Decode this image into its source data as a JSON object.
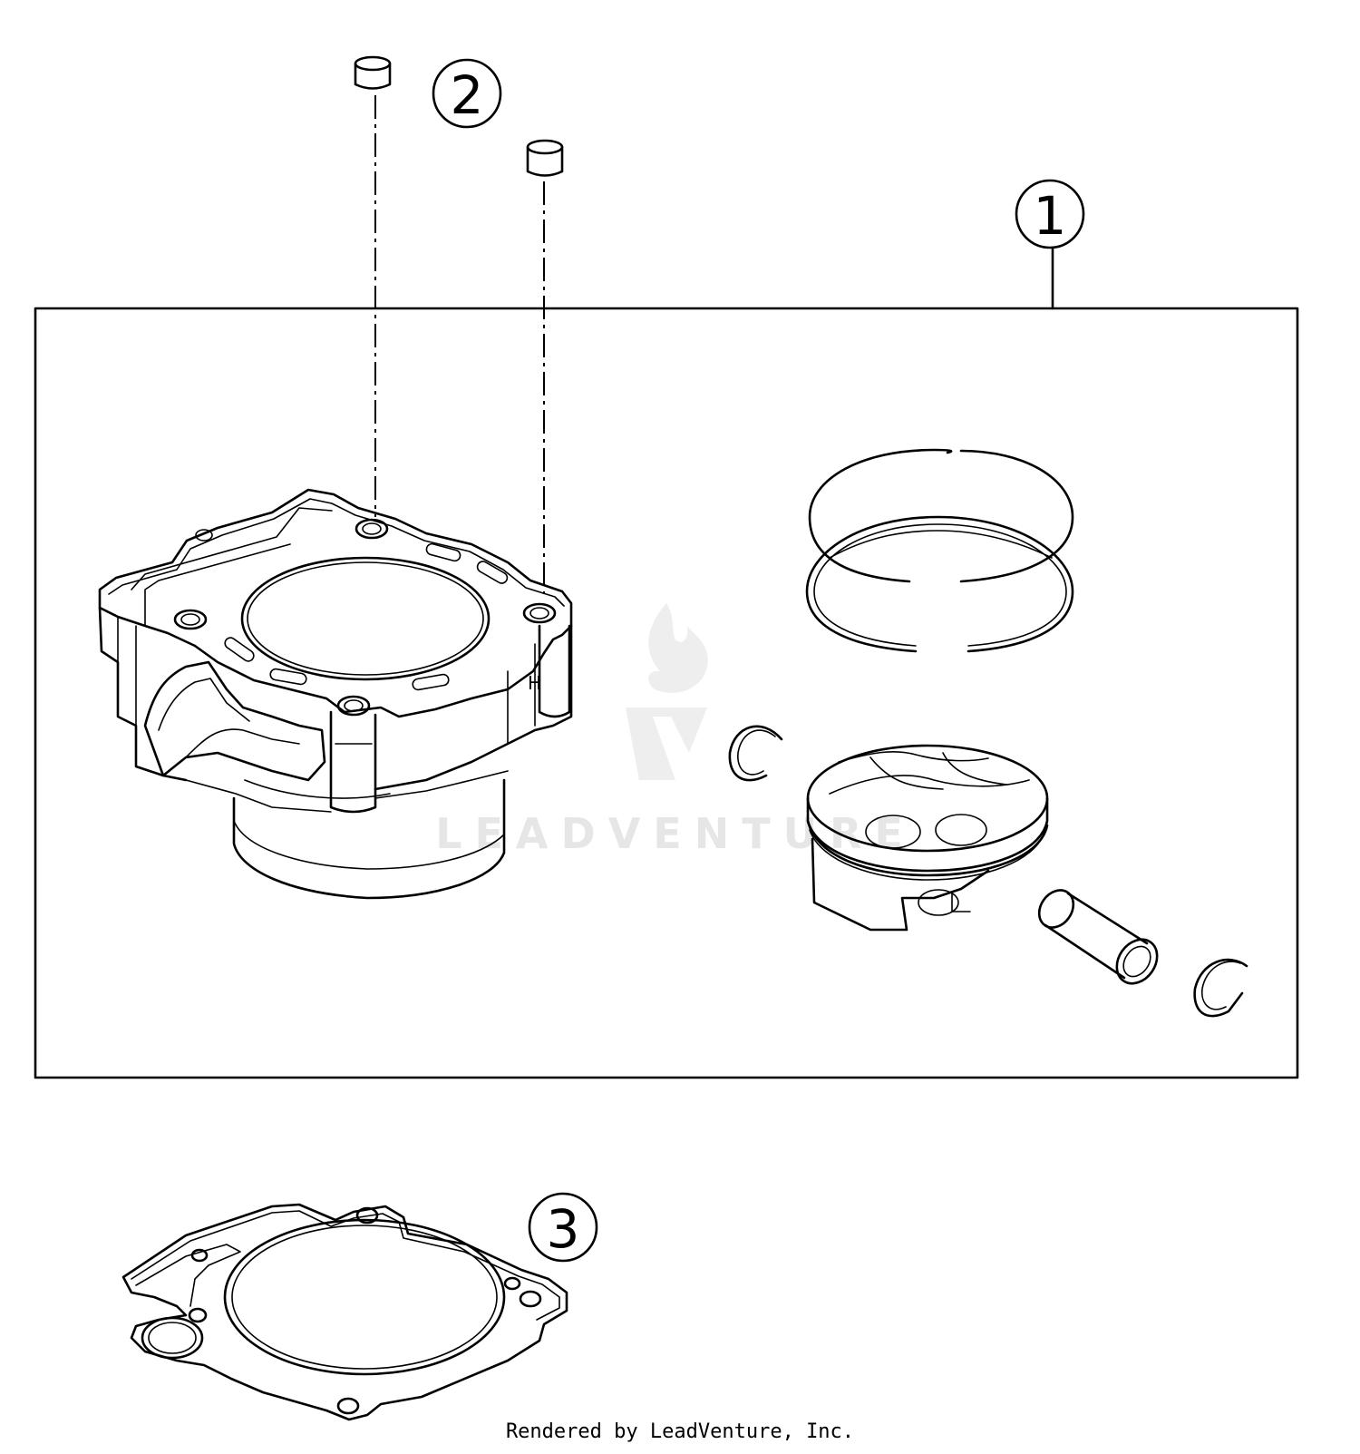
{
  "callouts": {
    "one": "1",
    "two": "2",
    "three": "3"
  },
  "watermark": {
    "text": "LEADVENTURE",
    "color": "#e6e6e6"
  },
  "footer": {
    "text": "Rendered by LeadVenture, Inc."
  },
  "colors": {
    "line": "#000000",
    "background": "#ffffff"
  }
}
